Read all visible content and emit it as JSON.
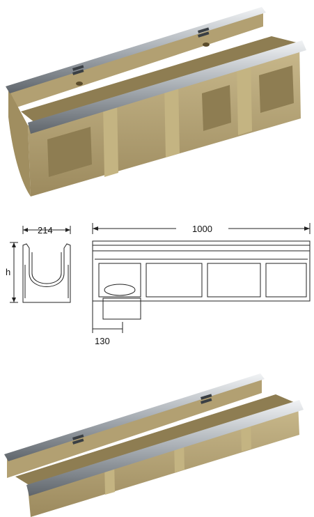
{
  "colors": {
    "concrete": "#b2a072",
    "concrete_dark": "#8e7d52",
    "concrete_light": "#c9b98c",
    "steel": "#9aa0a6",
    "steel_light": "#e3e6e9",
    "steel_dark": "#5f656b",
    "line": "#222222"
  },
  "drawing": {
    "width_label": "214",
    "length_label": "1000",
    "height_label": "h",
    "outlet_label": "130"
  }
}
